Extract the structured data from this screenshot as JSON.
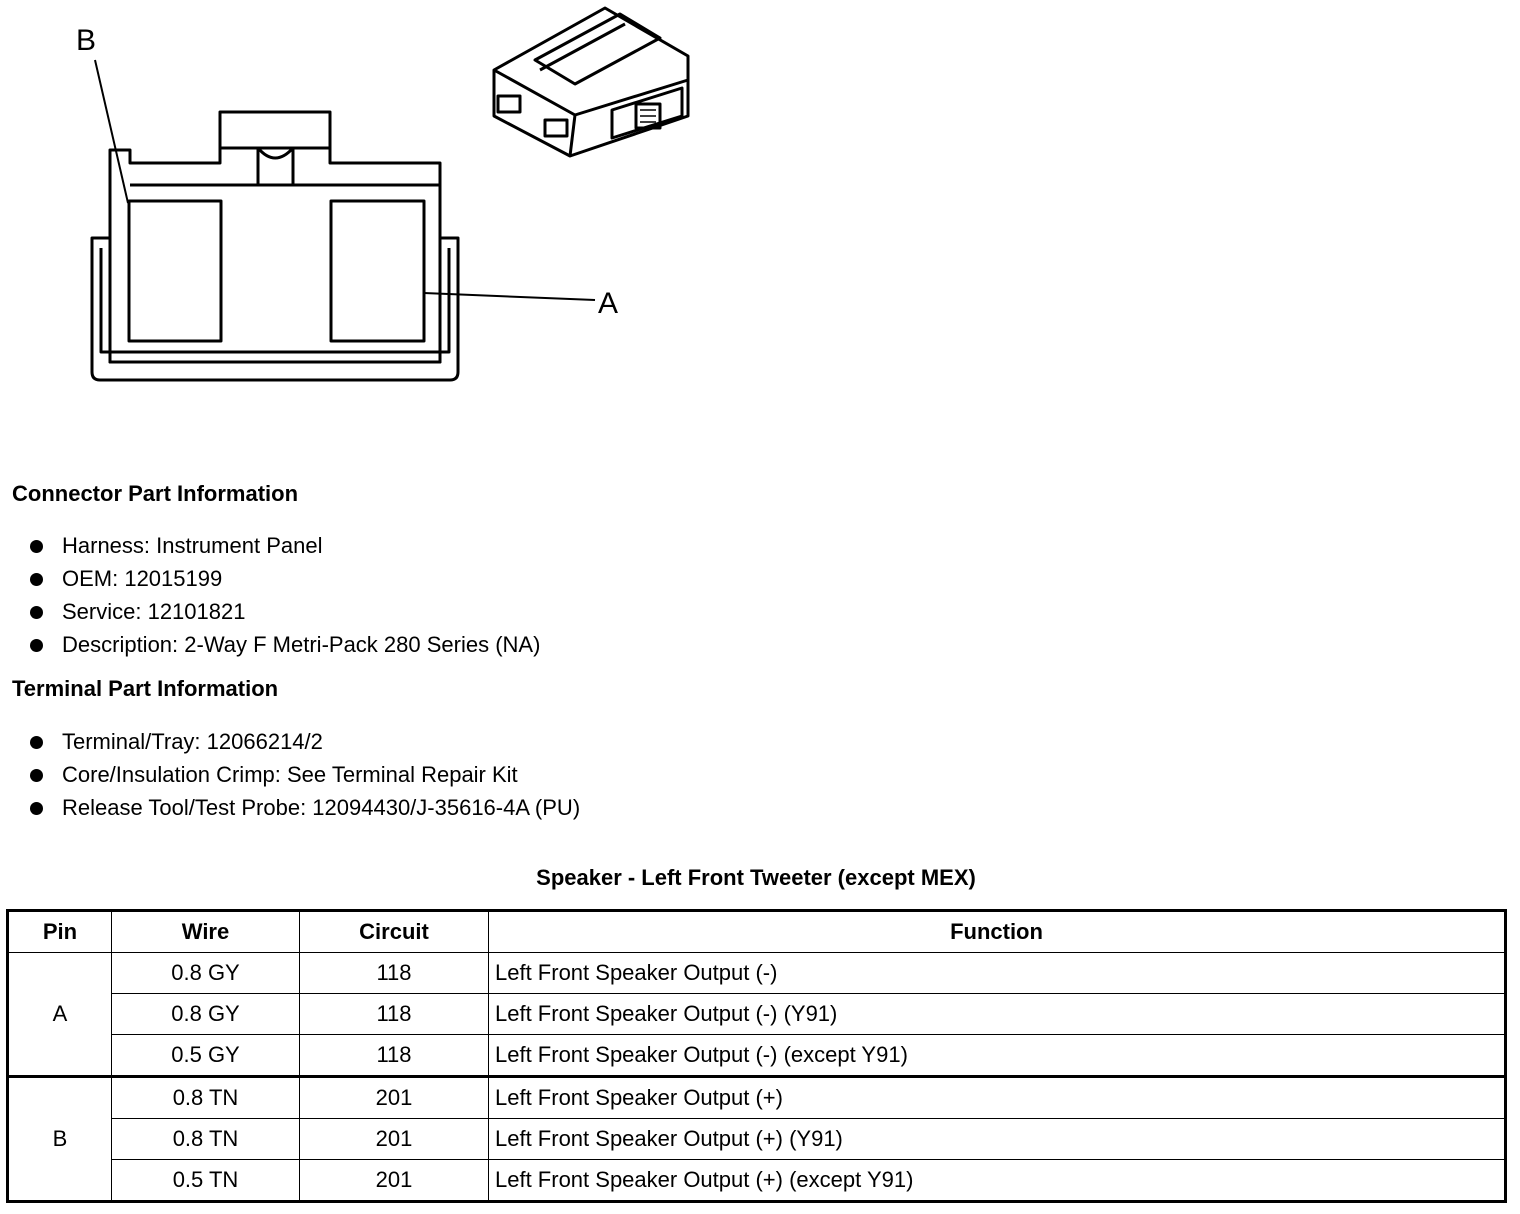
{
  "diagram": {
    "labels": {
      "b": "B",
      "a": "A"
    }
  },
  "connector_part_info": {
    "heading": "Connector Part Information",
    "items": [
      "Harness: Instrument Panel",
      "OEM: 12015199",
      "Service: 12101821",
      "Description: 2-Way F Metri-Pack 280 Series (NA)"
    ]
  },
  "terminal_part_info": {
    "heading": "Terminal Part Information",
    "items": [
      "Terminal/Tray: 12066214/2",
      "Core/Insulation Crimp: See Terminal Repair Kit",
      "Release Tool/Test Probe: 12094430/J-35616-4A (PU)"
    ]
  },
  "table": {
    "title": "Speaker - Left Front Tweeter (except MEX)",
    "headers": {
      "pin": "Pin",
      "wire": "Wire",
      "circuit": "Circuit",
      "function": "Function"
    },
    "groups": [
      {
        "pin": "A",
        "rows": [
          {
            "wire": "0.8 GY",
            "circuit": "118",
            "function": "Left Front Speaker Output (-)"
          },
          {
            "wire": "0.8 GY",
            "circuit": "118",
            "function": "Left Front Speaker Output (-) (Y91)"
          },
          {
            "wire": "0.5 GY",
            "circuit": "118",
            "function": "Left Front Speaker Output (-) (except Y91)"
          }
        ]
      },
      {
        "pin": "B",
        "rows": [
          {
            "wire": "0.8 TN",
            "circuit": "201",
            "function": "Left Front Speaker Output (+)"
          },
          {
            "wire": "0.8 TN",
            "circuit": "201",
            "function": "Left Front Speaker Output (+) (Y91)"
          },
          {
            "wire": "0.5 TN",
            "circuit": "201",
            "function": "Left Front Speaker Output (+) (except Y91)"
          }
        ]
      }
    ]
  }
}
